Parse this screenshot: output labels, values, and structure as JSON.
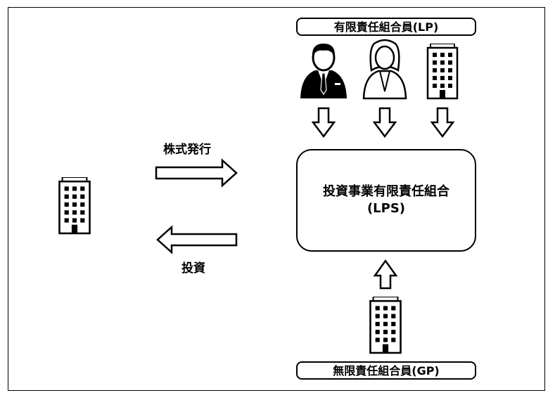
{
  "labels": {
    "lp": "有限責任組合員(LP)",
    "gp": "無限責任組合員(GP)",
    "lps_line1": "投資事業有限責任組合",
    "lps_line2": "(LPS)",
    "issue_shares": "株式発行",
    "investment": "投資"
  },
  "icons": {
    "businessman": "businessman-icon",
    "businesswoman": "businesswoman-icon",
    "building": "building-icon"
  },
  "colors": {
    "line": "#000000",
    "fill": "#ffffff"
  }
}
